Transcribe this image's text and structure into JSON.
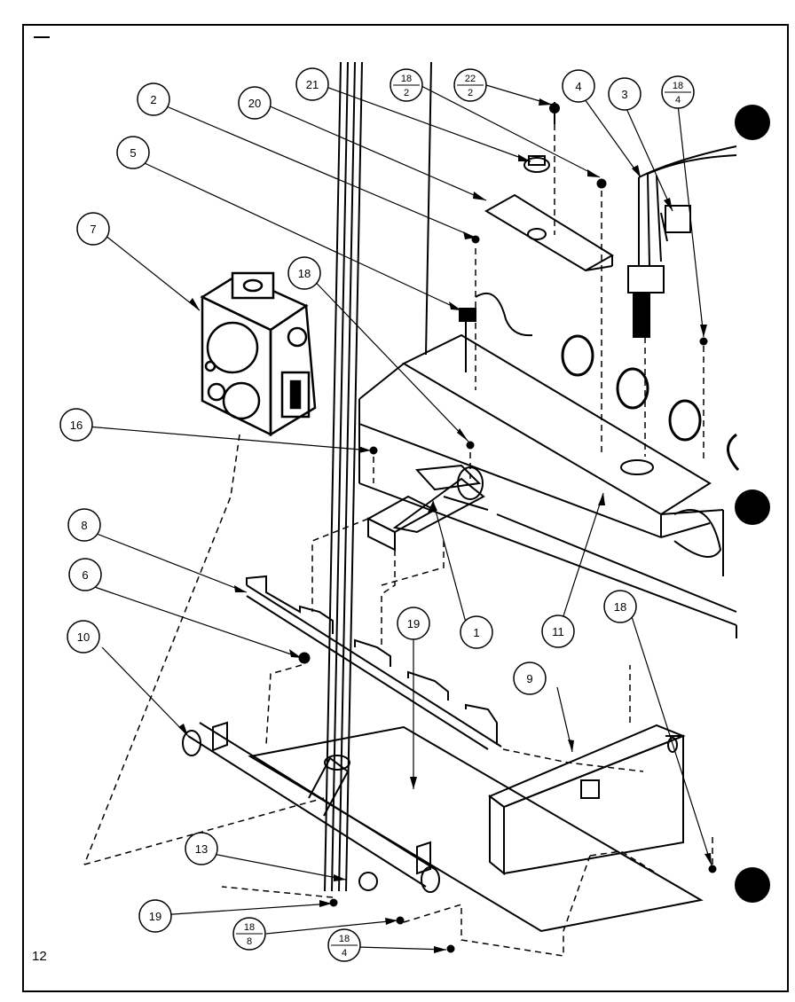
{
  "page_number": "12",
  "callouts": [
    {
      "id": "c1",
      "label": "1"
    },
    {
      "id": "c2",
      "label": "2"
    },
    {
      "id": "c3",
      "label": "3"
    },
    {
      "id": "c4",
      "label": "4"
    },
    {
      "id": "c5",
      "label": "5"
    },
    {
      "id": "c6",
      "label": "6"
    },
    {
      "id": "c7",
      "label": "7"
    },
    {
      "id": "c8",
      "label": "8"
    },
    {
      "id": "c9",
      "label": "9"
    },
    {
      "id": "c10",
      "label": "10"
    },
    {
      "id": "c11",
      "label": "11"
    },
    {
      "id": "c13",
      "label": "13"
    },
    {
      "id": "c16",
      "label": "16"
    },
    {
      "id": "c18a",
      "label": "18"
    },
    {
      "id": "c18b",
      "label": "18"
    },
    {
      "id": "c19a",
      "label": "19"
    },
    {
      "id": "c19b",
      "label": "19"
    },
    {
      "id": "c20",
      "label": "20"
    },
    {
      "id": "c21",
      "label": "21"
    }
  ],
  "fraction_callouts": [
    {
      "id": "f18-2",
      "top": "18",
      "bottom": "2"
    },
    {
      "id": "f22-2",
      "top": "22",
      "bottom": "2"
    },
    {
      "id": "f18-4a",
      "top": "18",
      "bottom": "4"
    },
    {
      "id": "f18-8",
      "top": "18",
      "bottom": "8"
    },
    {
      "id": "f18-4b",
      "top": "18",
      "bottom": "4"
    }
  ]
}
